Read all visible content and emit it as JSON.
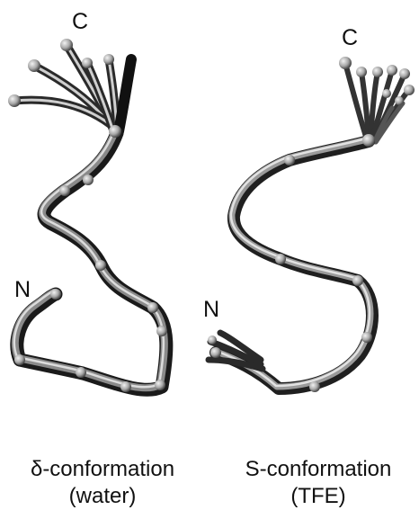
{
  "left_structure": {
    "n_label": "N",
    "c_label": "C",
    "caption_line1": "δ-conformation",
    "caption_line2": "(water)"
  },
  "right_structure": {
    "n_label": "N",
    "c_label": "C",
    "caption_line1": "S-conformation",
    "caption_line2": "(TFE)"
  },
  "colors": {
    "tube_dark": "#1a1a1a",
    "tube_mid": "#555555",
    "tube_light": "#bdbdbd",
    "bead": "#a8a8a8"
  }
}
